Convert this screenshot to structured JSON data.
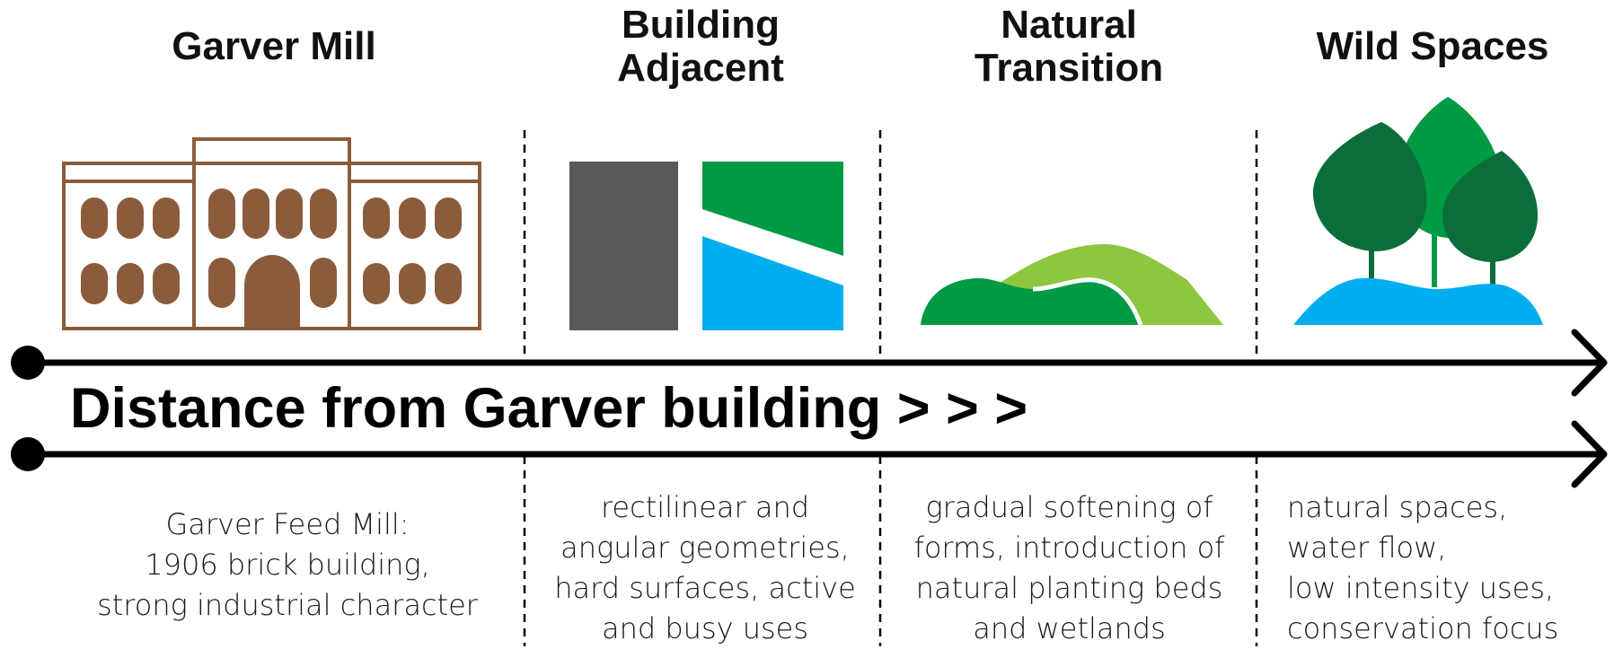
{
  "columns": [
    {
      "title": "Garver Mill",
      "description": "Garver Feed Mill:\n1906 brick building,\nstrong industrial character",
      "icon": "brick-building-icon"
    },
    {
      "title": "Building\nAdjacent",
      "description": "rectilinear and\nangular geometries,\nhard surfaces, active\nand busy uses",
      "icon": "rectilinear-blocks-icon"
    },
    {
      "title": "Natural\nTransition",
      "description": "gradual softening of\nforms, introduction of\nnatural planting beds\nand wetlands",
      "icon": "rolling-hills-icon"
    },
    {
      "title": "Wild Spaces",
      "description": "natural spaces,\nwater flow,\nlow intensity uses,\nconservation focus",
      "icon": "trees-water-icon"
    }
  ],
  "axis": {
    "label": "Distance from Garver building > > >"
  },
  "colors": {
    "brick": "#8b5c3c",
    "asphalt": "#58595b",
    "green": "#009a44",
    "dark_green": "#0b6e3a",
    "light_green": "#8dc63f",
    "blue": "#00aeef",
    "line": "#000000"
  }
}
